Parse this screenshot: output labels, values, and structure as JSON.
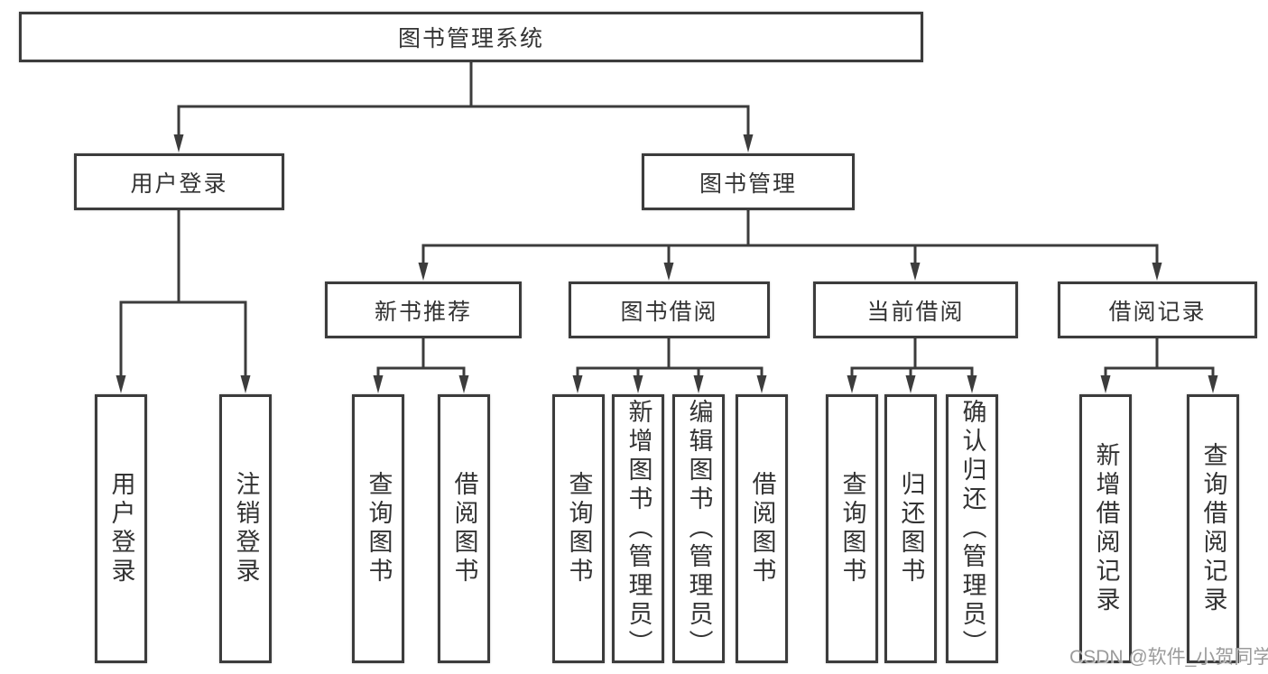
{
  "diagram": {
    "type": "hierarchy-tree",
    "nodes": {
      "root": {
        "label": "图书管理系统"
      },
      "level2": {
        "user_login": {
          "label": "用户登录"
        },
        "book_management": {
          "label": "图书管理"
        }
      },
      "level3": {
        "new_book_recommend": {
          "label": "新书推荐"
        },
        "book_borrowing": {
          "label": "图书借阅"
        },
        "current_borrowing": {
          "label": "当前借阅"
        },
        "borrowing_records": {
          "label": "借阅记录"
        }
      },
      "leaves": {
        "user_login_leaf": {
          "label": "用户登录"
        },
        "logout_leaf": {
          "label": "注销登录"
        },
        "query_book_rec": {
          "label": "查询图书"
        },
        "borrow_book_rec": {
          "label": "借阅图书"
        },
        "query_book_borrow": {
          "label": "查询图书"
        },
        "add_book_admin": {
          "label": "新增图书（管理员）"
        },
        "edit_book_admin": {
          "label": "编辑图书（管理员）"
        },
        "borrow_book": {
          "label": "借阅图书"
        },
        "query_book_current": {
          "label": "查询图书"
        },
        "return_book": {
          "label": "归还图书"
        },
        "confirm_return_admin": {
          "label": "确认归还（管理员）"
        },
        "add_borrow_record": {
          "label": "新增借阅记录"
        },
        "query_borrow_record": {
          "label": "查询借阅记录"
        }
      }
    },
    "edges": [
      {
        "from": "图书管理系统",
        "to": [
          "用户登录",
          "图书管理"
        ]
      },
      {
        "from": "用户登录",
        "to": [
          "用户登录",
          "注销登录"
        ]
      },
      {
        "from": "图书管理",
        "to": [
          "新书推荐",
          "图书借阅",
          "当前借阅",
          "借阅记录"
        ]
      },
      {
        "from": "新书推荐",
        "to": [
          "查询图书",
          "借阅图书"
        ]
      },
      {
        "from": "图书借阅",
        "to": [
          "查询图书",
          "新增图书（管理员）",
          "编辑图书（管理员）",
          "借阅图书"
        ]
      },
      {
        "from": "当前借阅",
        "to": [
          "查询图书",
          "归还图书",
          "确认归还（管理员）"
        ]
      },
      {
        "from": "借阅记录",
        "to": [
          "新增借阅记录",
          "查询借阅记录"
        ]
      }
    ],
    "colors": {
      "line": "#3c3c3c",
      "text": "#333333",
      "background": "#ffffff",
      "watermark": "#9b9b9b"
    }
  },
  "watermark": {
    "text": "CSDN @软件_小贺同学"
  }
}
